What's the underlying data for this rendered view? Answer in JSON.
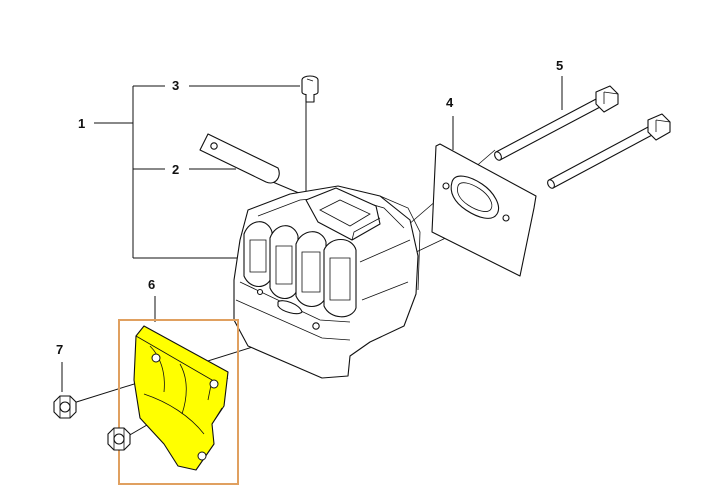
{
  "diagram": {
    "callouts": [
      {
        "id": "1",
        "label": "1"
      },
      {
        "id": "2",
        "label": "2"
      },
      {
        "id": "3",
        "label": "3"
      },
      {
        "id": "4",
        "label": "4"
      },
      {
        "id": "5",
        "label": "5"
      },
      {
        "id": "6",
        "label": "6"
      },
      {
        "id": "7",
        "label": "7"
      }
    ],
    "highlight_box": {
      "target": "6",
      "color": "#e0a060"
    },
    "highlight_part_color": "#ffff00"
  }
}
